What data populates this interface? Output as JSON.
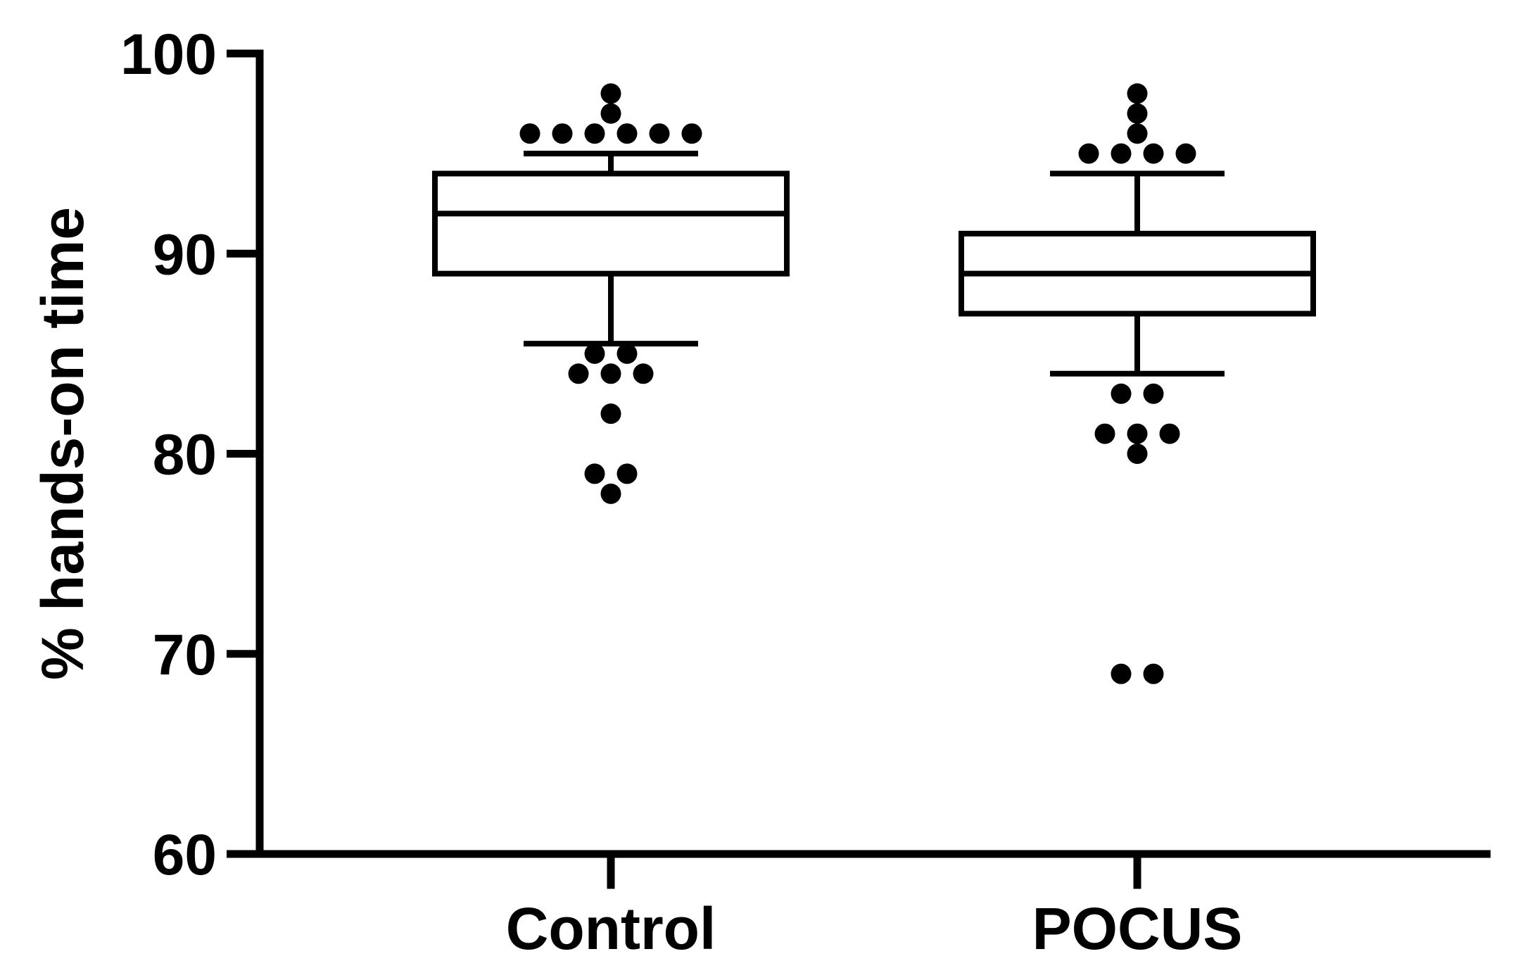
{
  "chart_data": {
    "type": "box",
    "title": "",
    "ylabel": "% hands-on time",
    "xlabel": "",
    "ylim": [
      60,
      100
    ],
    "yticks": [
      100,
      90,
      80,
      70,
      60
    ],
    "categories": [
      "Control",
      "POCUS"
    ],
    "grid": false,
    "legend": "none",
    "style": "tukey-boxplot-with-outlier-dots",
    "colors": {
      "stroke": "#000000",
      "box_fill": "#ffffff",
      "background": "#ffffff"
    },
    "series": [
      {
        "name": "Control",
        "q1": 89,
        "median": 92,
        "q3": 94,
        "whisker_low": 85.5,
        "whisker_high": 95,
        "outliers_high": [
          98,
          97,
          96,
          96,
          96,
          96,
          96,
          96
        ],
        "outliers_low": [
          85,
          85,
          84,
          84,
          84,
          82,
          79,
          79,
          78
        ]
      },
      {
        "name": "POCUS",
        "q1": 87,
        "median": 89,
        "q3": 91,
        "whisker_low": 84,
        "whisker_high": 94,
        "outliers_high": [
          98,
          97,
          96,
          95,
          95,
          95,
          95
        ],
        "outliers_low": [
          83,
          83,
          81,
          81,
          81,
          80,
          69,
          69
        ]
      }
    ]
  }
}
